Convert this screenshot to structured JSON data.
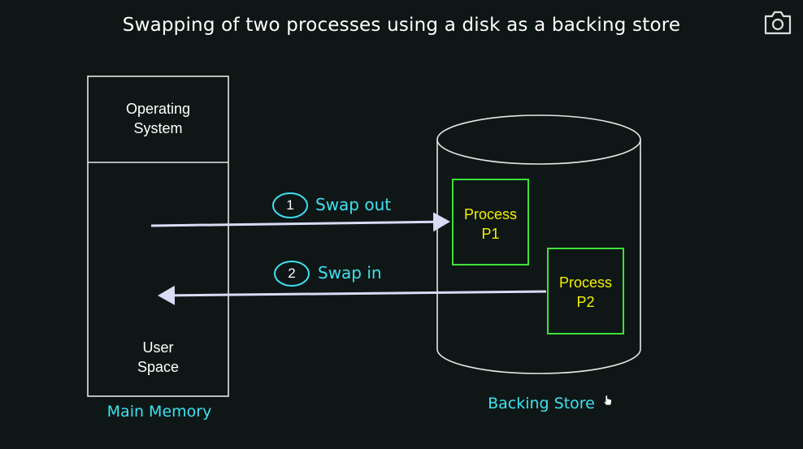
{
  "title": "Swapping of two processes using a disk as a backing store",
  "main_memory": {
    "os_label": "Operating\nSystem",
    "user_label": "User\nSpace",
    "caption": "Main Memory"
  },
  "backing_store": {
    "caption": "Backing Store",
    "process1": "Process\nP1",
    "process2": "Process\nP2"
  },
  "swap_out": {
    "number": "1",
    "label": "Swap out"
  },
  "swap_in": {
    "number": "2",
    "label": "Swap in"
  },
  "colors": {
    "background": "#0e1716",
    "accent": "#3fe0f0",
    "process_border": "#3ee03a",
    "process_text": "#f4f000",
    "arrow": "#d8dcf5"
  },
  "icons": {
    "toolbar": "camera-icon",
    "pointer": "hand-cursor-icon"
  }
}
